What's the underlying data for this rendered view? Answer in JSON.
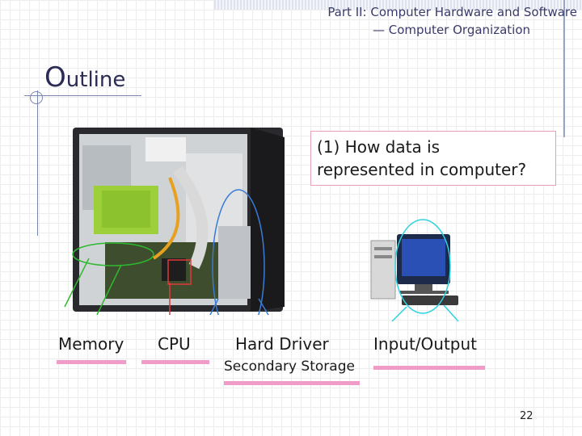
{
  "header": {
    "line1": "Part II: Computer Hardware and Software",
    "line2": "— Computer Organization"
  },
  "outline": {
    "first_letter": "O",
    "rest": "utline"
  },
  "question": {
    "text": "(1) How data is\nrepresented in computer?"
  },
  "labels": {
    "memory": "Memory",
    "cpu": "CPU",
    "hard_driver": "Hard Driver",
    "secondary_storage": "Secondary Storage",
    "input_output": "Input/Output"
  },
  "slide_number": "22",
  "colors": {
    "accent_pink": "#f09cc8",
    "callout_green": "#2eb82e",
    "callout_red": "#e03a3a",
    "callout_blue": "#3a7bd5",
    "callout_cyan": "#2ed3e0"
  }
}
